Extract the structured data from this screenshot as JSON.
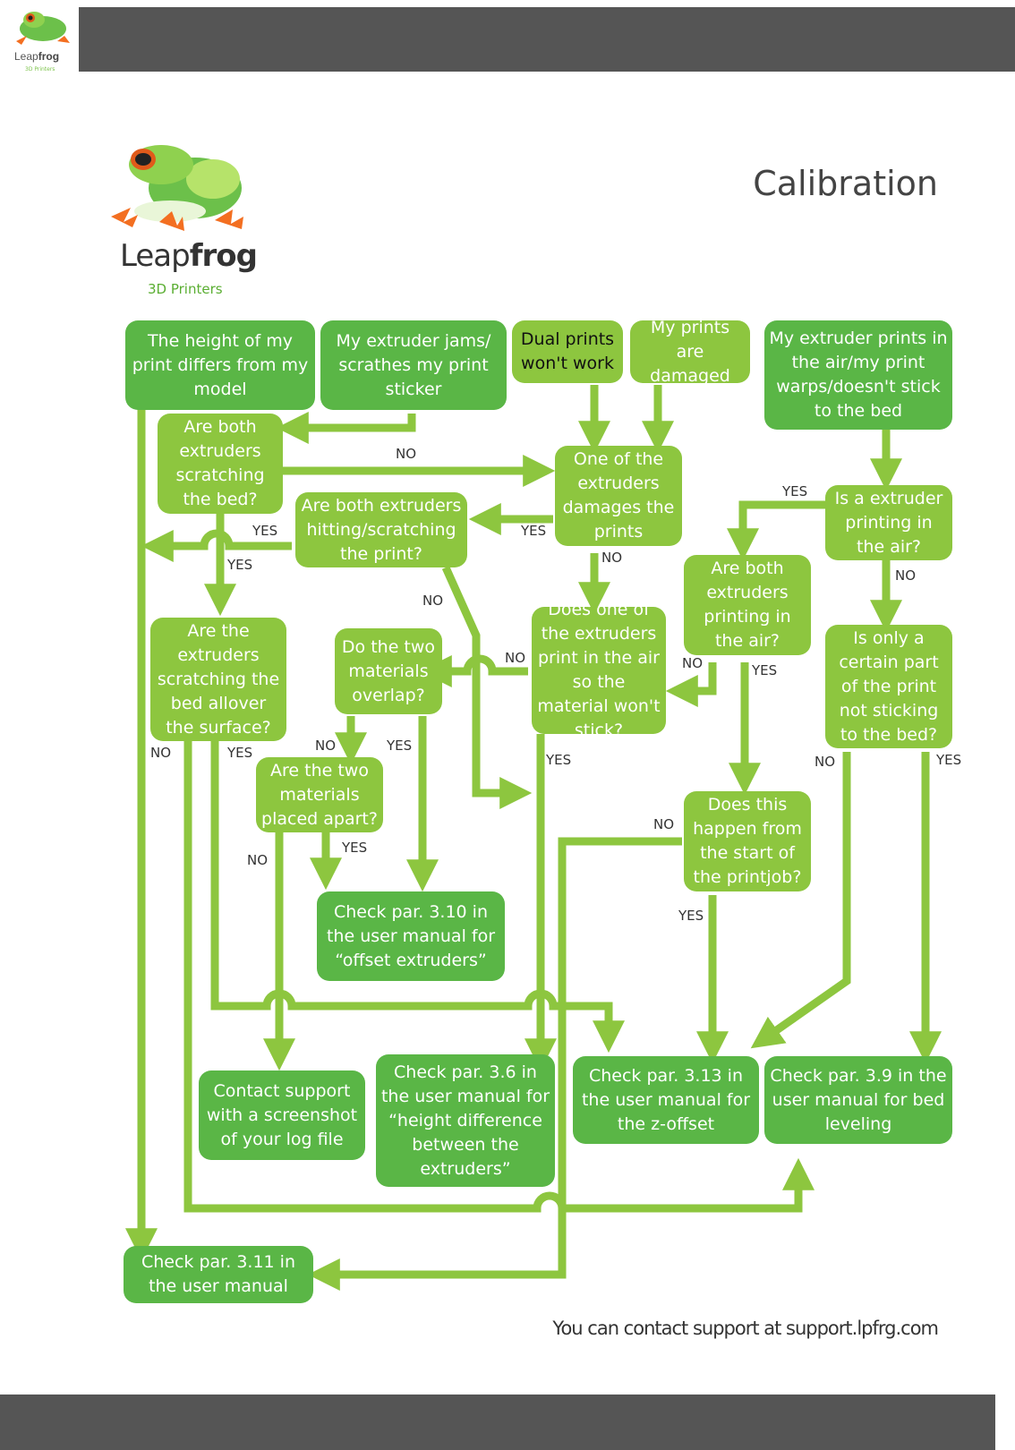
{
  "header": {
    "small_logo_brand_light": "Leap",
    "small_logo_brand_bold": "frog",
    "small_logo_sub": "3D Printers"
  },
  "logo": {
    "brand_light": "Leap",
    "brand_bold": "frog",
    "sub": "3D Printers"
  },
  "title": "Calibration",
  "footer_note": "You can contact support at support.lpfrg.com",
  "colors": {
    "flow_green": "#8dc63f",
    "box_green": "#5ab646",
    "bar_gray": "#555555"
  },
  "boxes": {
    "height_differs": "The height of my print differs from my model",
    "extruder_jams": "My extruder jams/ scrathes my print sticker",
    "dual_prints": "Dual prints won't work",
    "prints_damaged": "My prints are damaged",
    "prints_in_air": "My extruder prints in the air/my print warps/doesn't stick to the bed",
    "both_scratching_bed": "Are both extruders scratching the bed?",
    "one_damages": "One of the extruders damages the prints",
    "both_hitting": "Are both extruders hitting/scratching the print?",
    "extruder_air_q": "Is a extruder printing in the air?",
    "both_printing_air": "Are both extruders printing in the air?",
    "scratching_allover": "Are the extruders scratching the bed allover the surface?",
    "materials_overlap": "Do the two materials overlap?",
    "one_print_air": "Does one of the extruders print in the air so the material won't stick?",
    "only_part": "Is only a certain part of the print not sticking to the bed?",
    "materials_apart": "Are the two materials placed apart?",
    "happen_start": "Does this happen from the start of the printjob?",
    "check_310": "Check par. 3.10 in the user manual for “offset extruders”",
    "contact_support": "Contact support with a screenshot of your log file",
    "check_36": "Check par. 3.6 in the user manual for “height difference between the extruders”",
    "check_313": "Check par. 3.13 in the user manual for the z-offset",
    "check_39": "Check par. 3.9 in the user manual for bed leveling",
    "check_311": "Check par. 3.11 in the user manual"
  },
  "labels": {
    "no": "NO",
    "yes": "YES"
  }
}
